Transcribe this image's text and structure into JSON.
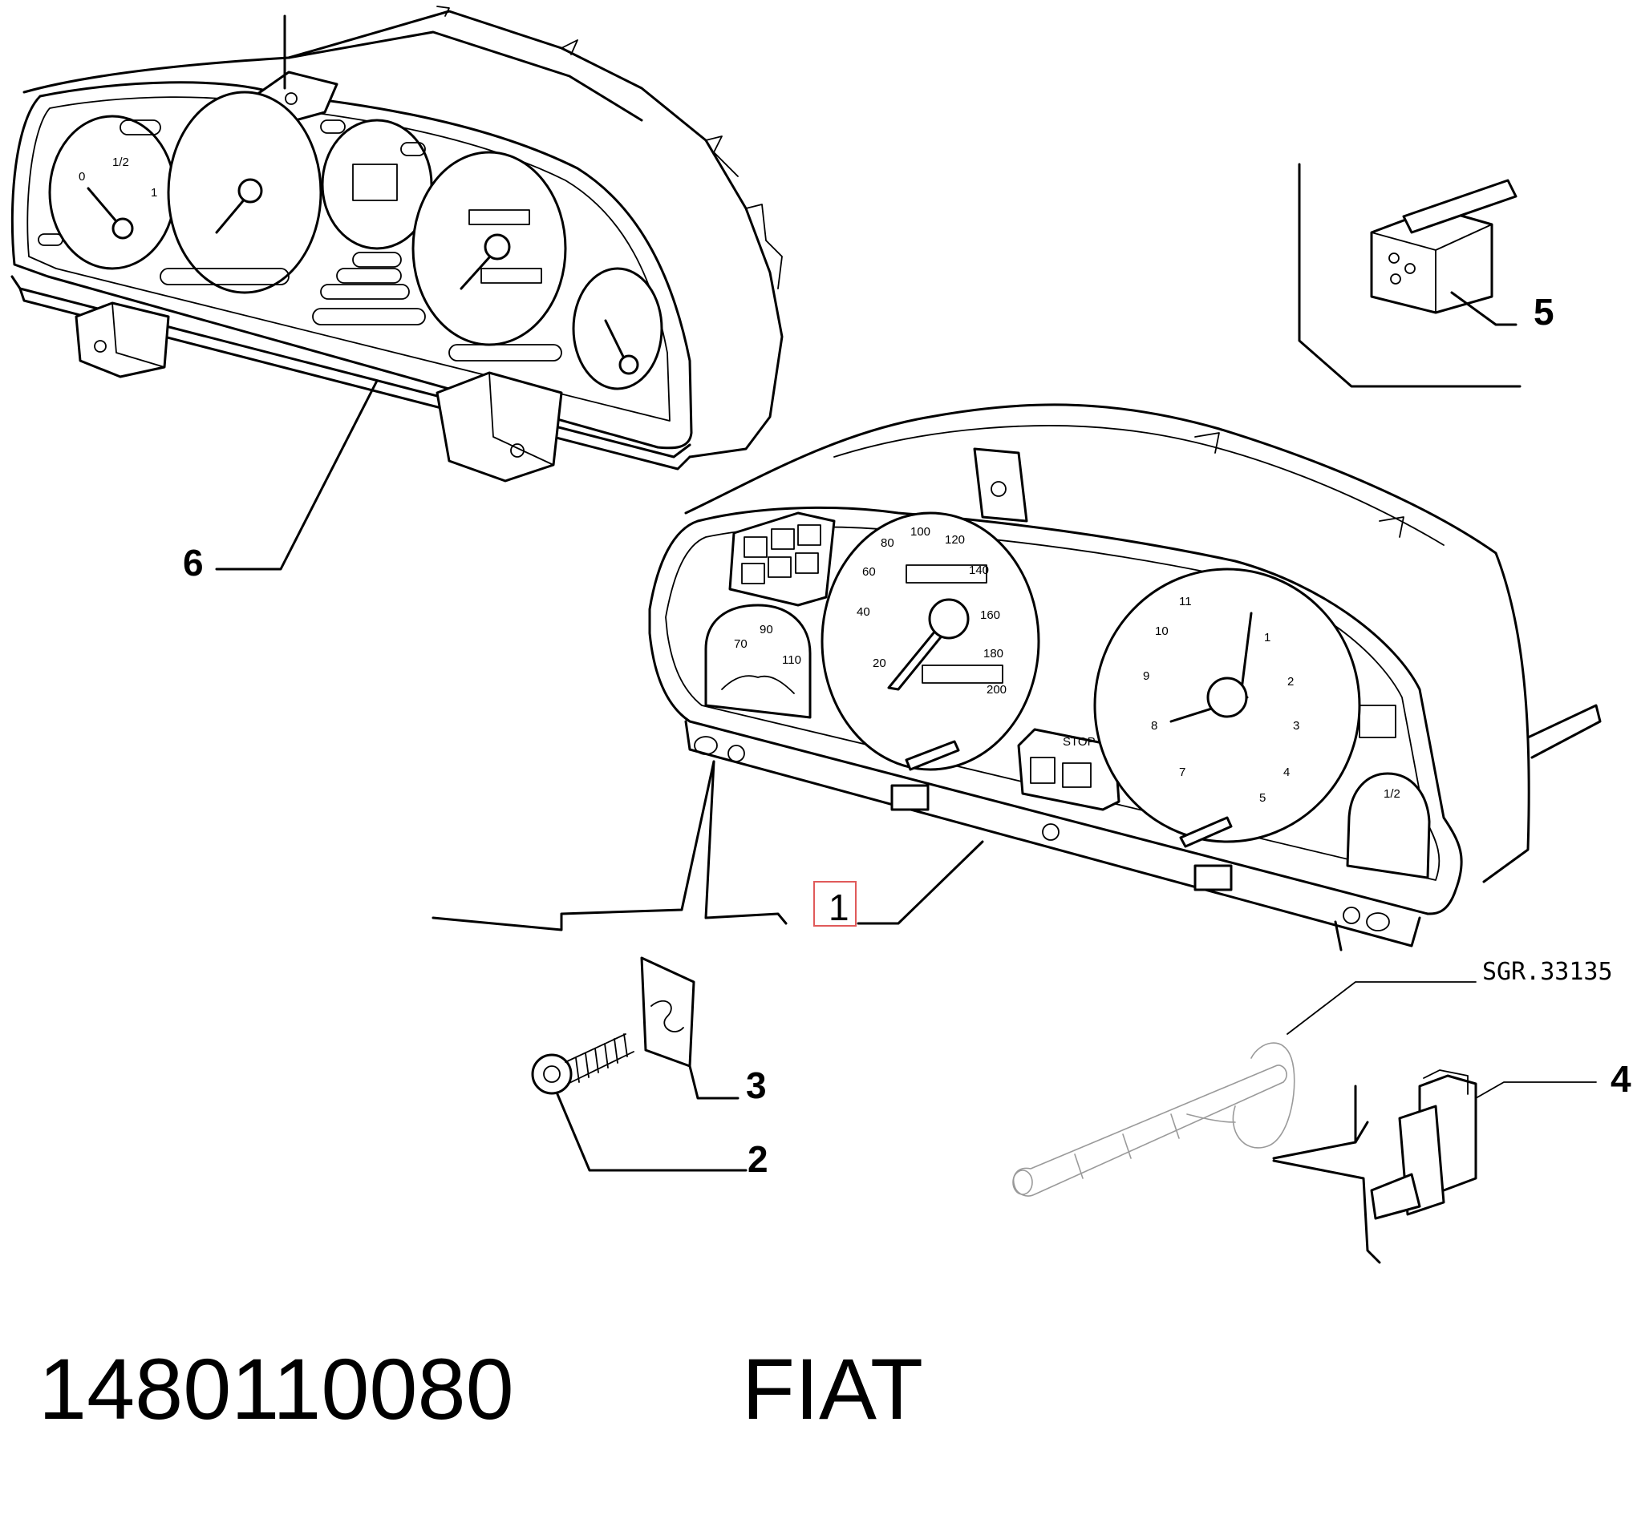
{
  "callouts": {
    "c1": "1",
    "c2": "2",
    "c3": "3",
    "c4": "4",
    "c5": "5",
    "c6": "6"
  },
  "reference_code": "SGR.33135",
  "part_number": "1480110080",
  "brand": "FIAT",
  "gauge_labels": {
    "fuel_half": "1/2",
    "fuel_zero": "0",
    "fuel_full": "1",
    "temp_low": "70",
    "temp_mid": "90",
    "temp_high": "110",
    "stop": "STOP",
    "speed": [
      "20",
      "40",
      "60",
      "80",
      "100",
      "120",
      "140",
      "160",
      "180",
      "200"
    ],
    "rpm": [
      "1",
      "2",
      "3",
      "4",
      "5",
      "7",
      "8",
      "9",
      "10",
      "11"
    ]
  },
  "colors": {
    "line": "#000000",
    "highlight": "#e05a5a"
  }
}
